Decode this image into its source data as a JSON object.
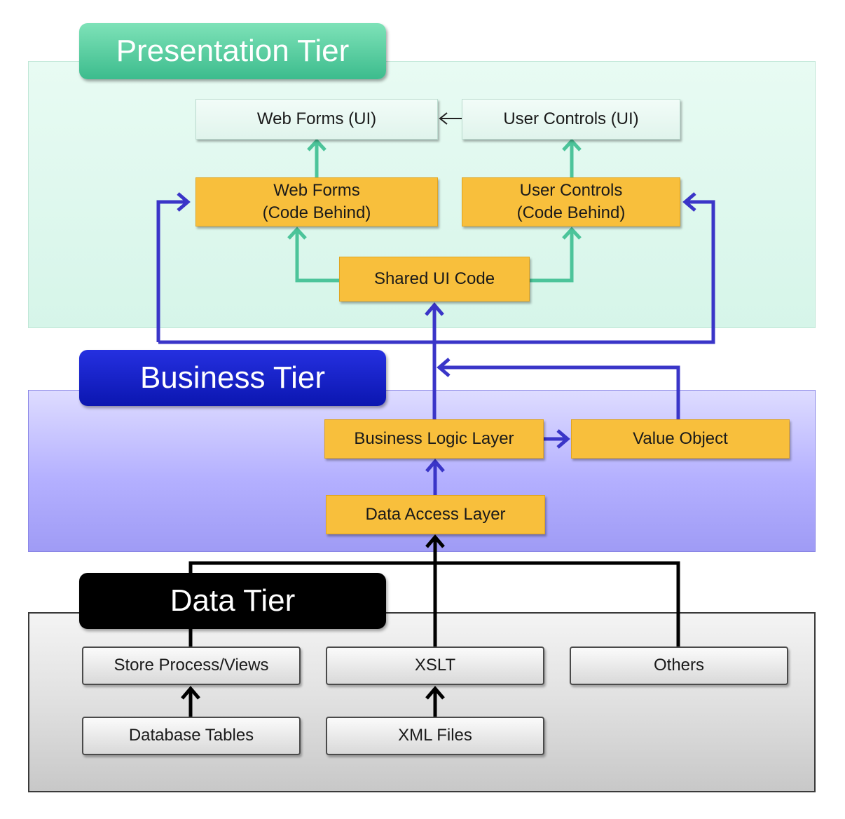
{
  "tiers": {
    "presentation": "Presentation Tier",
    "business": "Business Tier",
    "data": "Data Tier"
  },
  "nodes": {
    "web_forms_ui": "Web Forms (UI)",
    "user_controls_ui": "User Controls (UI)",
    "web_forms_code": "Web Forms\n(Code Behind)",
    "user_controls_code": "User Controls\n(Code Behind)",
    "shared_ui_code": "Shared UI Code",
    "business_logic_layer": "Business Logic Layer",
    "value_object": "Value Object",
    "data_access_layer": "Data Access Layer",
    "store_process_views": "Store Process/Views",
    "xslt": "XSLT",
    "others": "Others",
    "database_tables": "Database Tables",
    "xml_files": "XML Files"
  },
  "colors": {
    "presentation_accent": "#3cbc8d",
    "business_accent": "#0b16b0",
    "data_accent": "#000000",
    "component_fill": "#f8bf3c",
    "green_arrow": "#4cc49a",
    "blue_arrow": "#3a35c8",
    "black_arrow": "#000000"
  }
}
